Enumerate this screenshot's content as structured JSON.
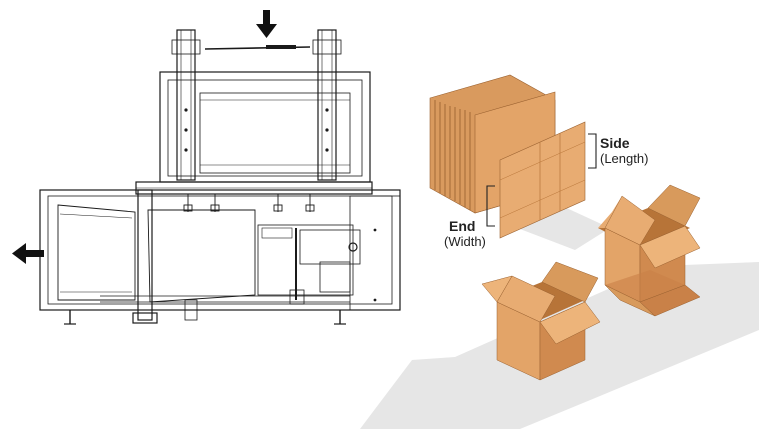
{
  "labels": {
    "side_title": "Side",
    "side_sub": "(Length)",
    "end_title": "End",
    "end_sub": "(Width)"
  },
  "icons": {
    "infeed_arrow": "down-arrow-icon",
    "outfeed_arrow": "left-arrow-icon"
  },
  "colors": {
    "cardboard_light": "#e3a468",
    "cardboard_mid": "#d8955a",
    "cardboard_dark": "#b77438",
    "flow_path": "#e6e6e6",
    "machine_line": "#1a1a1a"
  }
}
